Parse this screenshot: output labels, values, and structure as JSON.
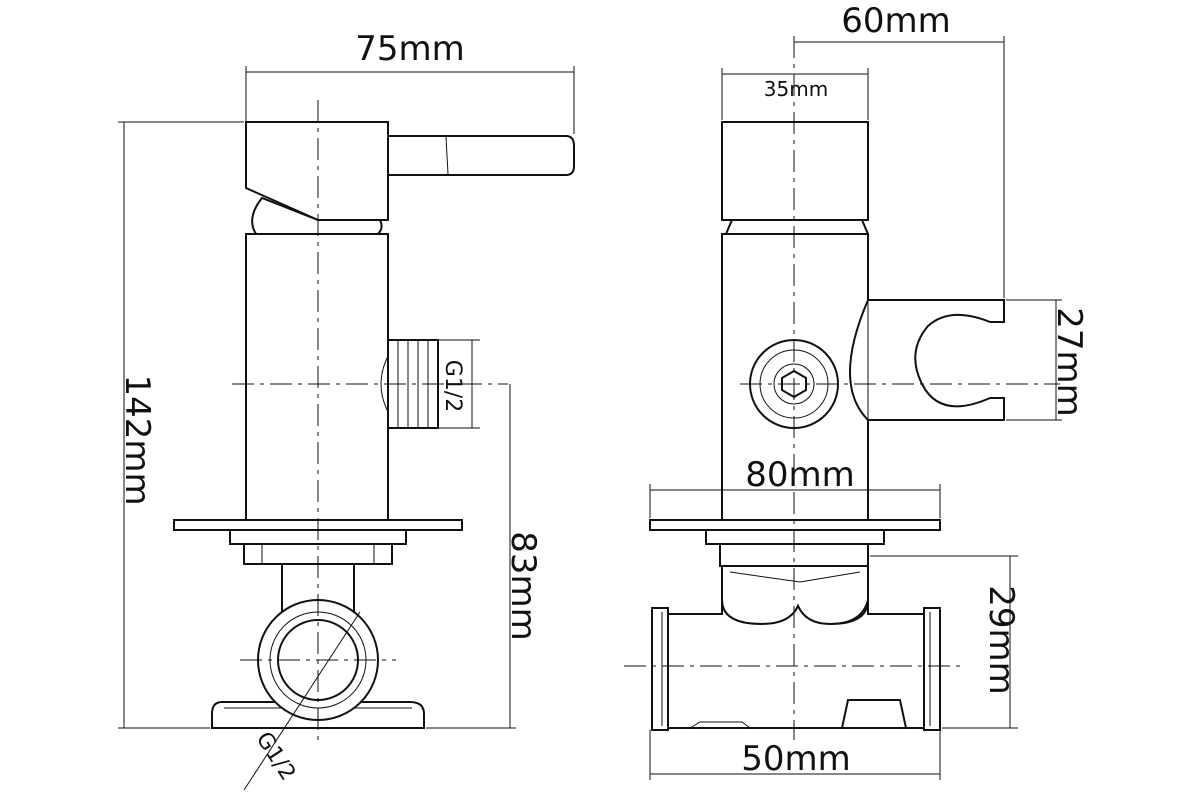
{
  "colors": {
    "line": "#111111",
    "background": "#ffffff"
  },
  "views": {
    "front": {
      "dims": {
        "width_top": "75mm",
        "height_total": "142mm",
        "height_lower": "83mm",
        "thread_side": "G1/2",
        "thread_bottom": "G1/2"
      }
    },
    "side": {
      "dims": {
        "width_overall": "60mm",
        "width_body": "35mm",
        "holder_height": "27mm",
        "plate_width": "80mm",
        "box_height": "29mm",
        "box_width": "50mm"
      }
    }
  }
}
